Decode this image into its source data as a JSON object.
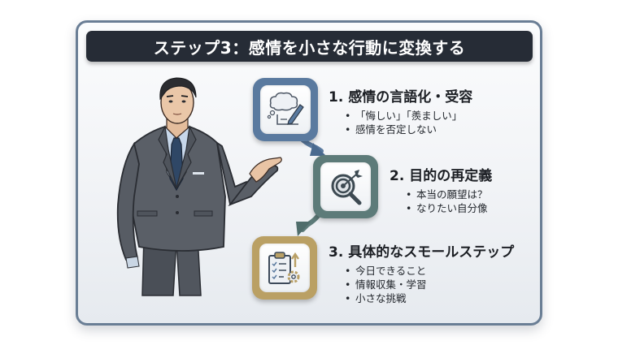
{
  "title": "ステップ3：感情を小さな行動に変換する",
  "colors": {
    "frame_border": "#6a7e95",
    "title_bg": "#262c36",
    "step1_accent": "#5a7a9f",
    "step2_accent": "#5d7b79",
    "step3_accent": "#baa064"
  },
  "presenter": {
    "description": "businessman in grey suit gesturing toward steps"
  },
  "steps": [
    {
      "title": "1. 感情の言語化・受容",
      "icon": "thought-bubble-pencil-icon",
      "bullets": [
        "「悔しい」「羨ましい」",
        "感情を否定しない"
      ]
    },
    {
      "title": "2. 目的の再定義",
      "icon": "target-magnifier-icon",
      "bullets": [
        "本当の願望は？",
        "なりたい自分像"
      ]
    },
    {
      "title": "3. 具体的なスモールステップ",
      "icon": "clipboard-checklist-gear-icon",
      "bullets": [
        "今日できること",
        "情報収集・学習",
        "小さな挑戦"
      ]
    }
  ]
}
